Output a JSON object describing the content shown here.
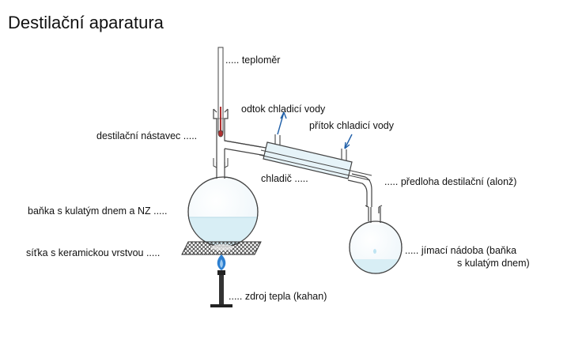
{
  "title": "Destilační aparatura",
  "labels": {
    "thermometer": "..... teploměr",
    "coolant_out": "odtok chladicí vody",
    "coolant_in": "přítok chladicí vody",
    "still_head": "destilační nástavec .....",
    "condenser": "chladič .....",
    "adapter": "..... předloha destilační (alonž)",
    "flask": "baňka s kulatým dnem a NZ .....",
    "gauze": "síťka s keramickou vrstvou .....",
    "receiver_line1": "..... jímací nádoba (baňka",
    "receiver_line2": "s kulatým dnem)",
    "burner": "..... zdroj tepla (kahan)"
  },
  "colors": {
    "glass_outline": "#444444",
    "liquid": "#d8eef5",
    "water_arrow": "#1f5fa8",
    "thermometer_liquid": "#b03030",
    "flame": "#2d7fd0",
    "burner": "#222222",
    "gauze": "#333333"
  }
}
